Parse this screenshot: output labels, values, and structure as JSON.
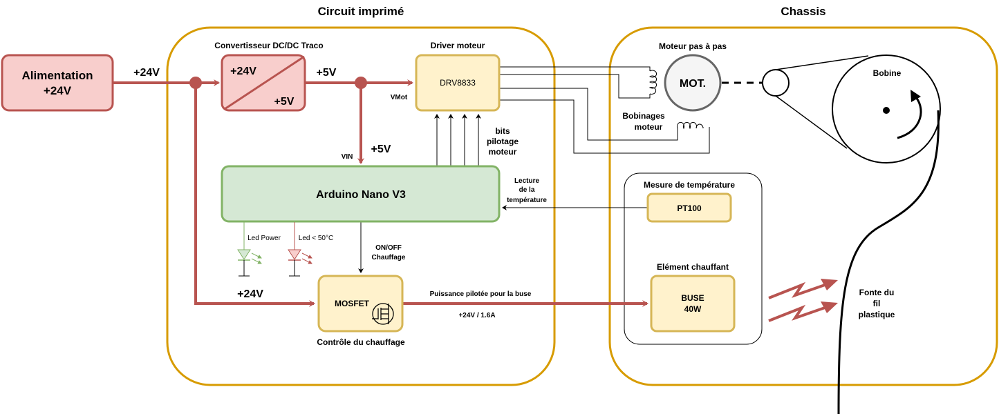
{
  "groups": {
    "pcb_title": "Circuit imprimé",
    "chassis_title": "Chassis",
    "temp_group_title": "Mesure de température"
  },
  "blocks": {
    "power_supply": [
      "Alimentation",
      "+24V"
    ],
    "dcdc_title": "Convertisseur DC/DC Traco",
    "dcdc_in": "+24V",
    "dcdc_out": "+5V",
    "driver_title": "Driver moteur",
    "driver_chip": "DRV8833",
    "arduino": "Arduino Nano V3",
    "mosfet": "MOSFET",
    "mosfet_caption": "Contrôle du chauffage",
    "pt100": "PT100",
    "heater_title": "Elément chauffant",
    "nozzle": [
      "BUSE",
      "40W"
    ],
    "motor_title": "Moteur pas à pas",
    "motor": "MOT.",
    "windings": [
      "Bobinages",
      "moteur"
    ],
    "spool": "Bobine",
    "melt": [
      "Fonte du",
      "fil",
      "plastique"
    ]
  },
  "signals": {
    "supply_24v": "+24V",
    "out_5v": "+5V",
    "vmot": "VMot",
    "vin": "VIN",
    "vin_5v": "+5V",
    "step_bits": [
      "bits",
      "pilotage",
      "moteur"
    ],
    "temp_read": [
      "Lecture",
      "de la",
      "température"
    ],
    "heat_onoff": [
      "ON/OFF",
      "Chauffage"
    ],
    "mosfet_24v": "+24V",
    "nozzle_power": "Puissance pilotée pour la buse",
    "nozzle_rating": "+24V / 1.6A",
    "led_power": "Led Power",
    "led_temp": "Led < 50°C"
  },
  "colors": {
    "power_line": "#b85450",
    "red_fill": "#f8cecc",
    "red_stroke": "#b85450",
    "yellow_fill": "#fff2cc",
    "yellow_stroke": "#d6b656",
    "green_fill": "#d5e8d4",
    "green_stroke": "#82b366",
    "group_stroke": "#d79b00",
    "motor_fill": "#f5f5f5",
    "motor_stroke": "#666666"
  }
}
